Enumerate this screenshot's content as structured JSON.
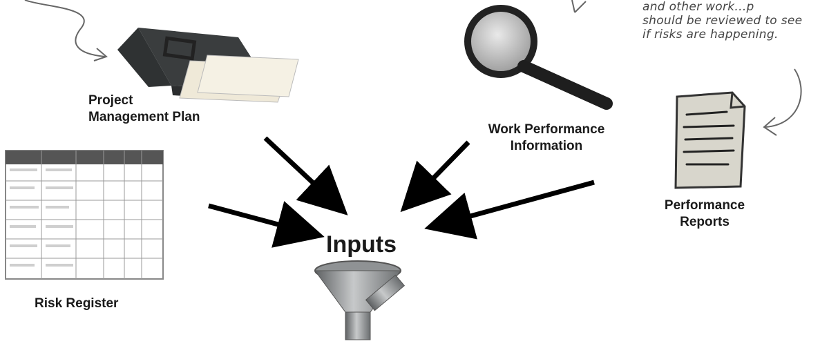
{
  "labels": {
    "plan": [
      "Project",
      "Management Plan"
    ],
    "work_perf": [
      "Work Performance",
      "Information"
    ],
    "perf_reports": [
      "Performance",
      "Reports"
    ],
    "risk_register": "Risk Register",
    "center": "Inputs"
  },
  "handwritten_note": [
    "and other work...p",
    "should be reviewed to see",
    "if risks are happening."
  ],
  "colors": {
    "folder": "#3a3d3e",
    "magnifier_handle": "#2a2a2a",
    "arrow": "#000000",
    "funnel": "#8a8d8f",
    "note_ink": "#555555"
  },
  "icons": [
    "folder-icon",
    "magnifying-glass-icon",
    "report-document-icon",
    "risk-register-table-icon",
    "funnel-icon"
  ]
}
